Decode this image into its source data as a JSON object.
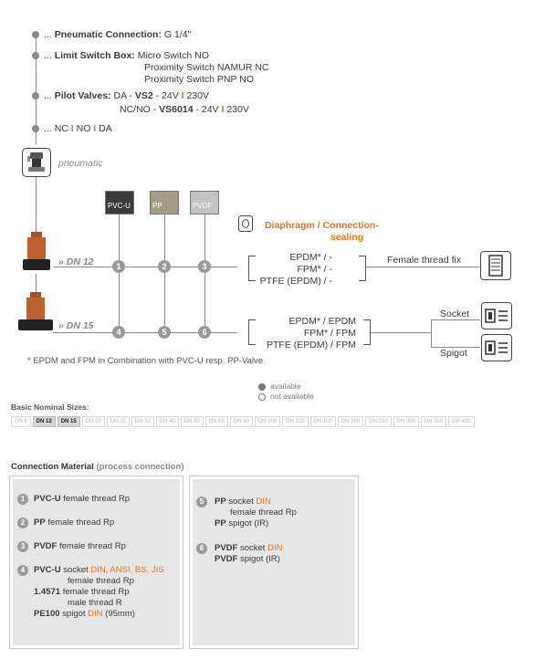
{
  "options": {
    "pneumatic_connection": {
      "label": "Pneumatic Connection:",
      "value": "G 1/4\""
    },
    "limit_switch": {
      "label": "Limit Switch Box:",
      "line1": "Micro Switch NO",
      "line2": "Proximity Switch NAMUR NC",
      "line3": "Proximity Switch PNP NO"
    },
    "pilot_valves": {
      "label": "Pilot Valves:",
      "da_prefix": "DA - ",
      "da_model": "VS2",
      "da_v1": " - 24V ",
      "sep": "I",
      "da_v2": " 230V",
      "nc_prefix": "NC/NO - ",
      "nc_model": "VS6014",
      "nc_v1": " - 24V ",
      "nc_v2": " 230V"
    },
    "modes": {
      "nc": "NC ",
      "sep": "I",
      "no": " NO ",
      "da": " DA"
    },
    "ellipsis": "..."
  },
  "actuator": {
    "label": "pneumatic"
  },
  "materials": [
    {
      "label": "PVC-U",
      "color": "#3a3a3a"
    },
    {
      "label": "PP",
      "color": "#a59c87"
    },
    {
      "label": "PVDF",
      "color": "#c2c2c2"
    }
  ],
  "diaphragm": {
    "line1": "Diaphragm / Connection-",
    "line2": "sealing"
  },
  "rows": [
    {
      "dn": "» DN 12",
      "nums": [
        "1",
        "2",
        "3"
      ],
      "seals": [
        "EPDM* / -",
        "FPM* / -",
        "PTFE (EPDM) / -"
      ],
      "conn": "Female thread fix"
    },
    {
      "dn": "» DN 15",
      "nums": [
        "4",
        "5",
        "6"
      ],
      "seals": [
        "EPDM* / EPDM",
        "FPM* / FPM",
        "PTFE (EPDM) / FPM"
      ],
      "conn_a": "Socket",
      "conn_b": "Spigot"
    }
  ],
  "footnote": "* EPDM and FPM in Combination with PVC-U resp. PP-Valve.",
  "legend": {
    "available": "available",
    "not_available": "not available"
  },
  "basic_sizes": {
    "title": "Basic Nominal Sizes:",
    "items": [
      "DN 8",
      "DN 12",
      "DN 15",
      "DN 20",
      "DN 25",
      "DN 32",
      "DN 40",
      "DN 50",
      "DN 65",
      "DN 80",
      "DN 100",
      "DN 125",
      "DN 150",
      "DN 200",
      "DN 250",
      "DN 300",
      "DN 350",
      "DN 400"
    ],
    "active": [
      "DN 12",
      "DN 15"
    ]
  },
  "connection_material": {
    "title": "Connection Material",
    "subtitle": "(process connection)",
    "left": [
      {
        "num": "1",
        "mat": "PVC-U",
        "text": " female thread Rp"
      },
      {
        "num": "2",
        "mat": "PP",
        "text": " female thread Rp"
      },
      {
        "num": "3",
        "mat": "PVDF",
        "text": " female thread Rp"
      },
      {
        "num": "4",
        "mat": "PVC-U",
        "text": " socket ",
        "std": "DIN, ANSI, BS, JIS",
        "l2": "female thread Rp",
        "mat2": "1.4571",
        "l3": " female thread Rp",
        "l4": "male thread R",
        "mat3": "PE100",
        "l5": " spigot ",
        "l5std": "DIN",
        "l5b": " (95mm)"
      }
    ],
    "right": [
      {
        "num": "5",
        "mat": "PP",
        "text": " socket ",
        "std": "DIN",
        "l2": "female thread Rp",
        "mat2": "PP",
        "l3": " spigot (IR)"
      },
      {
        "num": "6",
        "mat": "PVDF",
        "text": " socket ",
        "std": "DIN",
        "mat2": "PVDF",
        "l3": " spigot (IR)"
      }
    ]
  }
}
